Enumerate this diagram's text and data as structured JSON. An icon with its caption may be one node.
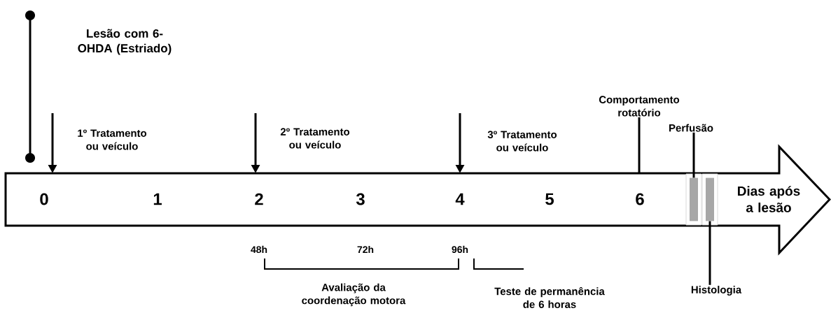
{
  "diagram": {
    "nodes": [
      {
        "text": [
          "Dias após a lesão"
        ]
      },
      {
        "text": [
          "Lesão com 6-OHDA (Estriado)"
        ]
      },
      {
        "text": [
          "Comportamento rotatório"
        ]
      },
      {
        "text": [
          "Perfusão"
        ]
      },
      {
        "text": [],
        "shape": "bar",
        "in": 0
      },
      {
        "text": [],
        "shape": "bar",
        "in": 0
      },
      {
        "text": [
          "Histologia"
        ]
      }
    ],
    "edges": [
      {
        "from": null,
        "to": 0,
        "arrow": "to"
      },
      {
        "from": null,
        "to": 0,
        "arrow": "to"
      },
      {
        "from": null,
        "to": 0,
        "arrow": "to"
      },
      {
        "from": 2,
        "to": 0,
        "arrow": "none"
      },
      {
        "from": 3,
        "to": 4,
        "arrow": "none"
      },
      {
        "from": 5,
        "to": 6,
        "arrow": "none"
      }
    ],
    "labels": [
      "1º Tratamento ou veículo",
      "2º Tratamento ou veículo",
      "3º Tratamento ou veículo",
      "0",
      "1",
      "2",
      "3",
      "4",
      "5",
      "6",
      "48h",
      "72h",
      "96h",
      "Avaliação da coordenação motora",
      "Teste de permanência de 6 horas"
    ]
  }
}
